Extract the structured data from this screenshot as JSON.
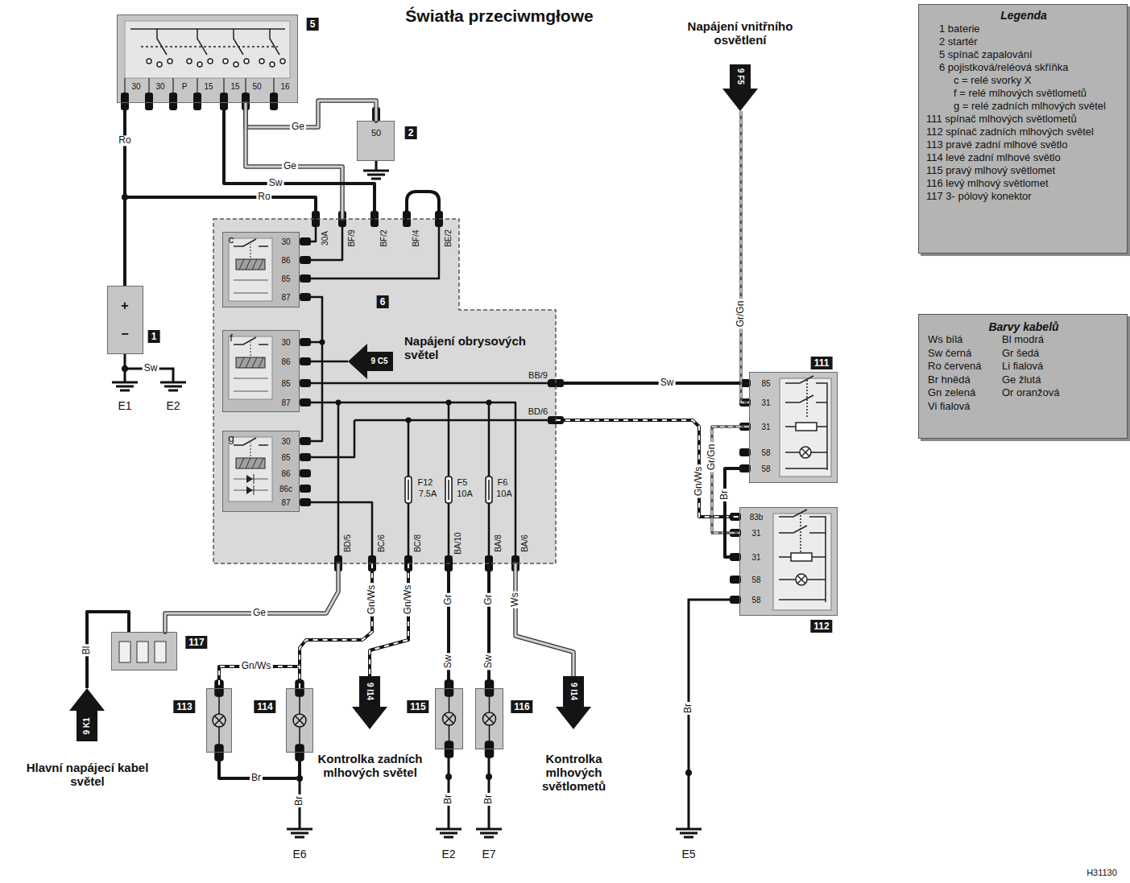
{
  "diagram": {
    "title": "Światła przeciwmgłowe",
    "nodes": [
      {
        "text": [
          "5"
        ]
      },
      {
        "text": [
          "50",
          "2"
        ]
      },
      {
        "text": [
          "1"
        ]
      },
      {
        "text": [
          "6"
        ]
      },
      {
        "text": [
          "c"
        ],
        "in": 3
      },
      {
        "text": [
          "f"
        ],
        "in": 3
      },
      {
        "text": [
          "g"
        ],
        "in": 3
      },
      {
        "text": [
          "9 C5",
          "Napájení obrysových světel"
        ],
        "in": 3
      },
      {
        "text": [
          "9 F5",
          "Napájení vnitřního osvětlení"
        ]
      },
      {
        "text": [
          "111"
        ]
      },
      {
        "text": [
          "112"
        ]
      },
      {
        "text": [
          "117"
        ]
      },
      {
        "text": [
          "9 K1",
          "Hlavní napájecí kabel světel"
        ]
      },
      {
        "text": [
          "113"
        ]
      },
      {
        "text": [
          "114"
        ]
      },
      {
        "text": [
          "9 I14",
          "Kontrolka zadních mlhových světel"
        ]
      },
      {
        "text": [
          "115"
        ]
      },
      {
        "text": [
          "116"
        ]
      },
      {
        "text": [
          "9 I14",
          "Kontrolka mlhových světlometů"
        ]
      },
      {
        "text": [
          "Legenda"
        ]
      },
      {
        "text": [
          "Barvy kabelů"
        ]
      }
    ],
    "edges": [
      {
        "from": 0,
        "to": 2,
        "arrow": "none",
        "label": "Ro"
      },
      {
        "from": 0,
        "to": 3,
        "arrow": "none",
        "label": "Ro"
      },
      {
        "from": 0,
        "to": 1,
        "arrow": "none",
        "label": "Ge"
      },
      {
        "from": 0,
        "to": 3,
        "arrow": "none",
        "label": "Ge"
      },
      {
        "from": 0,
        "to": 3,
        "arrow": "none",
        "label": "Sw"
      },
      {
        "from": 3,
        "to": 9,
        "arrow": "none",
        "label": "Sw"
      },
      {
        "from": 3,
        "to": 10,
        "arrow": "none",
        "label": "Gn/Ws"
      },
      {
        "from": 8,
        "to": 9,
        "arrow": "none",
        "label": "Gr/Gn"
      },
      {
        "from": 9,
        "to": 10,
        "arrow": "none",
        "label": "Gr/Gn"
      },
      {
        "from": 9,
        "to": 10,
        "arrow": "none",
        "label": "Br"
      },
      {
        "from": 3,
        "to": 11,
        "arrow": "none",
        "label": "Ge"
      },
      {
        "from": 12,
        "to": 11,
        "arrow": "none",
        "label": "Bl"
      },
      {
        "from": 3,
        "to": 14,
        "arrow": "none",
        "label": "Gn/Ws"
      },
      {
        "from": 14,
        "to": 13,
        "arrow": "none",
        "label": "Gn/Ws"
      },
      {
        "from": 13,
        "to": 14,
        "arrow": "none",
        "label": "Br"
      },
      {
        "from": 3,
        "to": 15,
        "arrow": "none",
        "label": "Gn/Ws"
      },
      {
        "from": 3,
        "to": 16,
        "arrow": "none",
        "label": "Gr"
      },
      {
        "from": 3,
        "to": 17,
        "arrow": "none",
        "label": "Gr"
      },
      {
        "from": 3,
        "to": 18,
        "arrow": "none",
        "label": "Ws"
      }
    ],
    "labels": [
      "30",
      "30",
      "P",
      "15",
      "15",
      "50",
      "16",
      "+",
      "−",
      "Sw",
      "E1",
      "E2",
      "30A",
      "BF/9",
      "BF/2",
      "BF/4",
      "BE/2",
      "30",
      "86",
      "85",
      "87",
      "30",
      "86",
      "85",
      "87",
      "30",
      "85",
      "86",
      "86c",
      "87",
      "BB/9",
      "BD/6",
      "F12",
      "7.5A",
      "F5",
      "10A",
      "F6",
      "10A",
      "BD/5",
      "BC/6",
      "BC/8",
      "BA/10",
      "BA/8",
      "BA/6",
      "85",
      "31",
      "31",
      "58",
      "58",
      "83b",
      "31",
      "31",
      "58",
      "58",
      "Sw",
      "Sw",
      "Br",
      "E6",
      "Br",
      "Br",
      "E2",
      "E7",
      "Br",
      "E5",
      "H31130"
    ],
    "legend": [
      {
        "text": "1 baterie"
      },
      {
        "text": "2 startér"
      },
      {
        "text": "5 spínač zapalování"
      },
      {
        "text": "6 pojistková/reléová skříňka"
      },
      {
        "text": "c = relé svorky X"
      },
      {
        "text": "f = relé mlhových světlometů"
      },
      {
        "text": "g = relé zadních mlhových světel"
      },
      {
        "text": "111 spínač mlhových světlometů"
      },
      {
        "text": "112 spínač zadních mlhových světel"
      },
      {
        "text": "113 pravé zadní mlhové světlo"
      },
      {
        "text": "114 levé zadní mlhové světlo"
      },
      {
        "text": "115 pravý mlhový světlomet"
      },
      {
        "text": "116 levý mlhový světlomet"
      },
      {
        "text": "117 3- pólový konektor"
      },
      {
        "text": "Ws bílá"
      },
      {
        "text": "Bl modrá"
      },
      {
        "text": "Sw černá"
      },
      {
        "text": "Gr šedá"
      },
      {
        "text": "Ro červená"
      },
      {
        "text": "Li fialová"
      },
      {
        "text": "Br hnědá"
      },
      {
        "text": "Ge žlutá"
      },
      {
        "text": "Gn zelená"
      },
      {
        "text": "Or oranžová"
      },
      {
        "text": "Vi fialová"
      }
    ]
  }
}
